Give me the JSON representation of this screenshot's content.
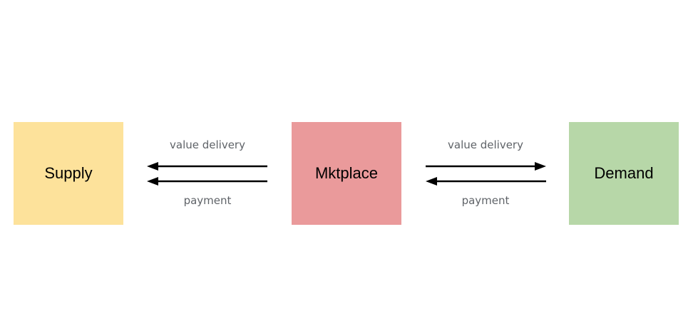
{
  "nodes": {
    "supply": {
      "label": "Supply",
      "color": "#fde29b"
    },
    "mktplace": {
      "label": "Mktplace",
      "color": "#ea9a9b"
    },
    "demand": {
      "label": "Demand",
      "color": "#b7d7a8"
    }
  },
  "flows": {
    "left": {
      "top_label": "value delivery",
      "bottom_label": "payment"
    },
    "right": {
      "top_label": "value delivery",
      "bottom_label": "payment"
    }
  }
}
